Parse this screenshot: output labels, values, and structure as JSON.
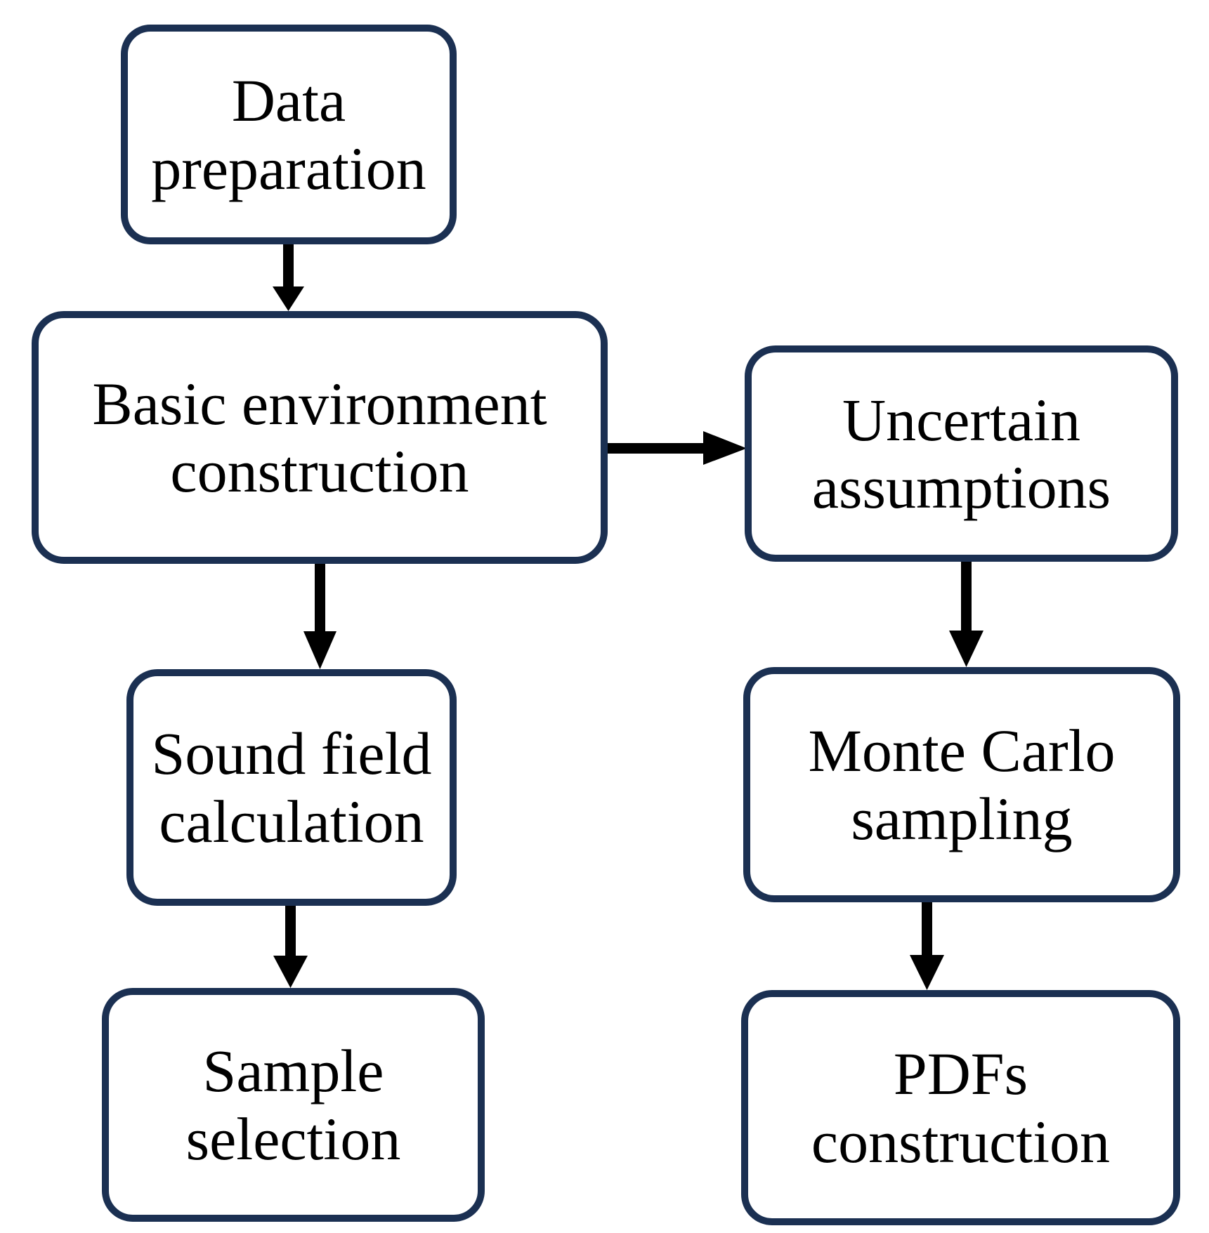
{
  "diagram": {
    "title": "Uncertainty quantification workflow flowchart",
    "background_color": "#ffffff",
    "node_border_color": "#1b3052",
    "node_fill_color": "#ffffff",
    "node_text_color": "#000000",
    "arrow_color": "#000000",
    "nodes": [
      {
        "id": "data-preparation",
        "label": "Data\npreparation",
        "column": "left"
      },
      {
        "id": "basic-environment",
        "label": "Basic environment\nconstruction",
        "column": "left"
      },
      {
        "id": "uncertain-assumptions",
        "label": "Uncertain\nassumptions",
        "column": "right"
      },
      {
        "id": "sound-field",
        "label": "Sound field\ncalculation",
        "column": "left"
      },
      {
        "id": "monte-carlo",
        "label": "Monte Carlo\nsampling",
        "column": "right"
      },
      {
        "id": "sample-selection",
        "label": "Sample\nselection",
        "column": "left"
      },
      {
        "id": "pdfs-construction",
        "label": "PDFs\nconstruction",
        "column": "right"
      }
    ],
    "edges": [
      {
        "id": "edge-data-to-basic",
        "from": "data-preparation",
        "to": "basic-environment",
        "direction": "down"
      },
      {
        "id": "edge-basic-to-uncertain",
        "from": "basic-environment",
        "to": "uncertain-assumptions",
        "direction": "right"
      },
      {
        "id": "edge-basic-to-soundfield",
        "from": "basic-environment",
        "to": "sound-field",
        "direction": "down"
      },
      {
        "id": "edge-soundfield-to-sample",
        "from": "sound-field",
        "to": "sample-selection",
        "direction": "down"
      },
      {
        "id": "edge-uncertain-to-montecarlo",
        "from": "uncertain-assumptions",
        "to": "monte-carlo",
        "direction": "down"
      },
      {
        "id": "edge-montecarlo-to-pdfs",
        "from": "monte-carlo",
        "to": "pdfs-construction",
        "direction": "down"
      }
    ]
  }
}
